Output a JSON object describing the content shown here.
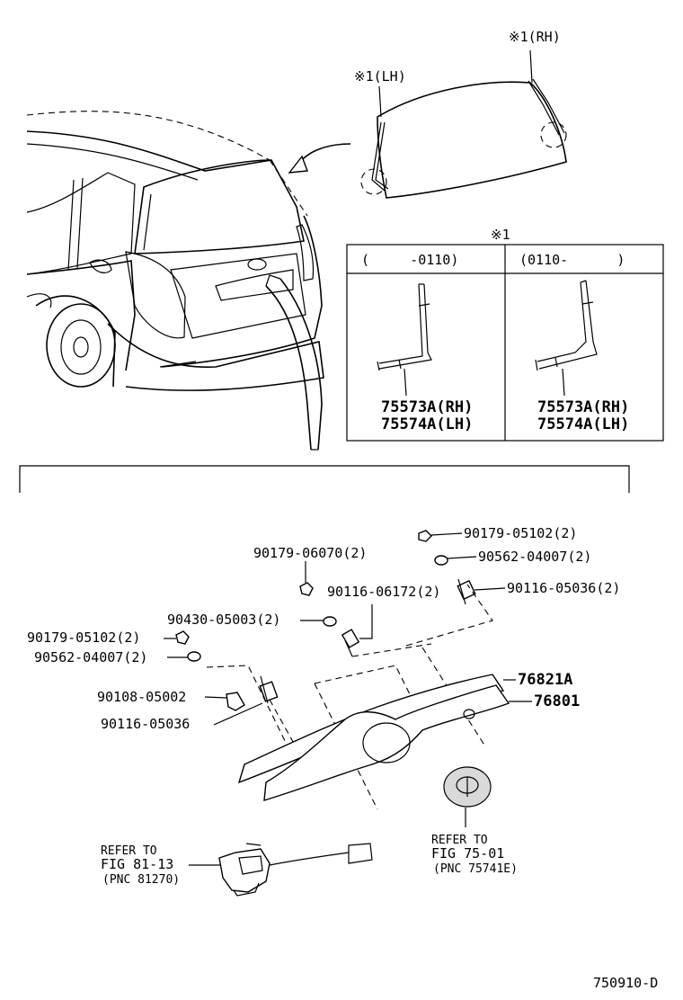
{
  "diagram": {
    "drawing_code": "750910-D",
    "callouts": {
      "lh": "※1(LH)",
      "rh": "※1(RH)",
      "ref_mark": "※1"
    },
    "table": {
      "columns": [
        {
          "header": "(     -0110)",
          "parts": [
            "75573A(RH)",
            "75574A(LH)"
          ]
        },
        {
          "header": "(0110-      )",
          "parts": [
            "75573A(RH)",
            "75574A(LH)"
          ]
        }
      ]
    },
    "parts": {
      "p1": "90179-05102(2)",
      "p2": "90562-04007(2)",
      "p3": "90179-06070(2)",
      "p4": "90116-06172(2)",
      "p5": "90116-05036(2)",
      "p6": "90430-05003(2)",
      "p7": "90179-05102(2)",
      "p8": "90562-04007(2)",
      "p9": "76821A",
      "p10": "90108-05002",
      "p11": "76801",
      "p12": "90116-05036"
    },
    "refs": {
      "left": {
        "line1": "REFER TO",
        "line2": "FIG 81-13",
        "line3": "(PNC 81270)"
      },
      "right": {
        "line1": "REFER TO",
        "line2": "FIG 75-01",
        "line3": "(PNC 75741E)"
      }
    }
  }
}
